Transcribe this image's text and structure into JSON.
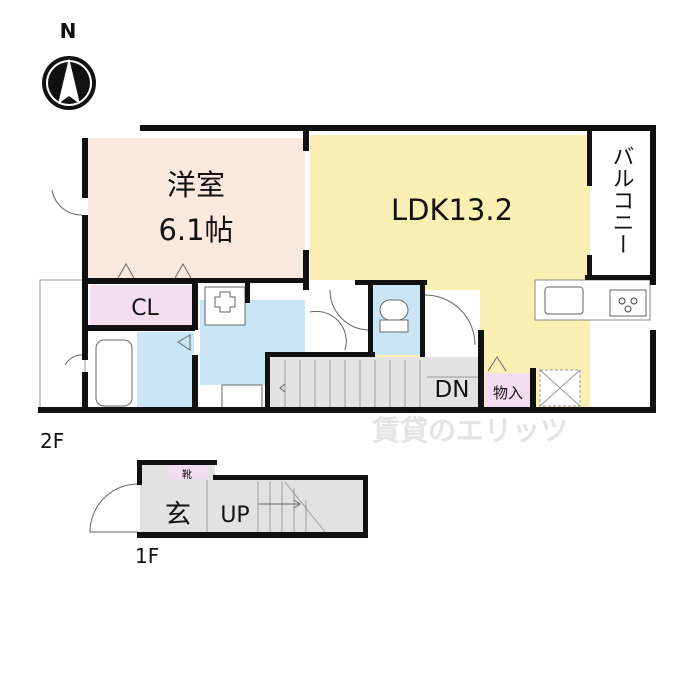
{
  "compass": {
    "label": "N"
  },
  "floor2": {
    "label": "2F",
    "rooms": {
      "western_room": {
        "name": "洋室",
        "size": "6.1帖"
      },
      "ldk": {
        "name": "LDK13.2"
      },
      "balcony": {
        "name": "バルコニー"
      },
      "closet": {
        "name": "CL"
      },
      "storage": {
        "name": "物入"
      },
      "stairs": {
        "label": "DN"
      }
    }
  },
  "floor1": {
    "label": "1F",
    "entrance": {
      "name": "玄"
    },
    "shoe_box": {
      "name": "靴"
    },
    "stairs": {
      "label": "UP"
    }
  },
  "watermark": {
    "text": "賃貸のエリッツ"
  },
  "colors": {
    "western_room": "#fbe9df",
    "ldk": "#fcefb4",
    "closet": "#f4ddee",
    "water": "#c9e5f6",
    "stairs": "#e2e2e2",
    "wall": "#111111"
  }
}
